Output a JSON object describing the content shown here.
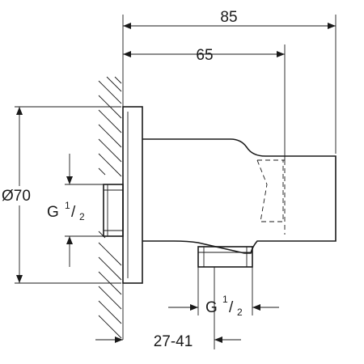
{
  "dimensions": {
    "overall_length": "85",
    "outlet_length": "65",
    "rosette_diameter": "Ø70",
    "inlet_thread_main": "G",
    "inlet_thread_num": "1",
    "inlet_thread_den": "2",
    "outlet_thread_main": "G",
    "outlet_thread_num": "1",
    "outlet_thread_den": "2",
    "wall_offset_range": "27-41"
  }
}
